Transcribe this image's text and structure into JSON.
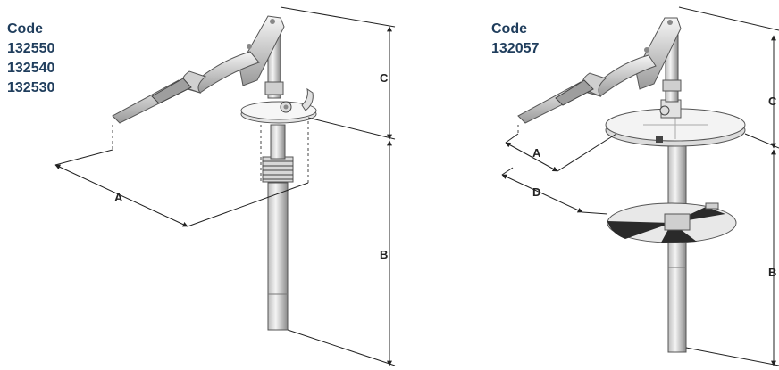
{
  "left_pump": {
    "code_heading": "Code",
    "codes": [
      "132550",
      "132540",
      "132530"
    ],
    "dimensions": {
      "a": "A",
      "b": "B",
      "c": "C"
    }
  },
  "right_pump": {
    "code_heading": "Code",
    "codes": [
      "132057"
    ],
    "dimensions": {
      "a": "A",
      "b": "B",
      "c": "C",
      "d": "D"
    }
  },
  "colors": {
    "code_text": "#1f3d5c",
    "metal_light": "#e8e8e8",
    "metal_dark": "#7a7a7a",
    "line": "#222222"
  }
}
